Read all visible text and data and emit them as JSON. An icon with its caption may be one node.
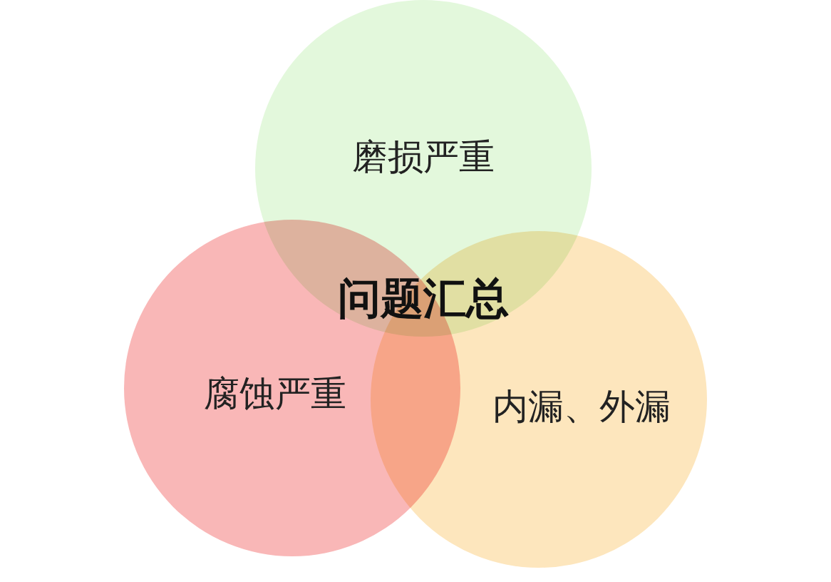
{
  "diagram": {
    "nodes": [
      {
        "text": [
          "磨损严重"
        ]
      },
      {
        "text": [
          "腐蚀严重"
        ]
      },
      {
        "text": [
          "内漏、外漏"
        ]
      }
    ],
    "labels": [
      "问题汇总"
    ]
  }
}
